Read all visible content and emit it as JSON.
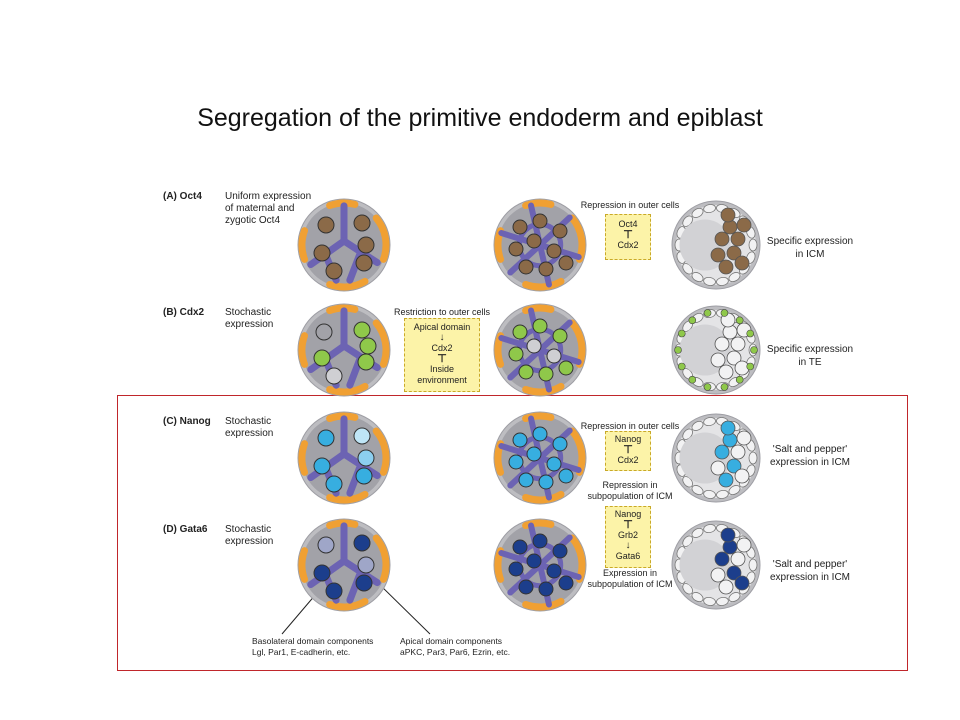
{
  "title": "Segregation of the primitive endoderm and epiblast",
  "colors": {
    "membrane": "#bdbdc1",
    "orange": "#f0a033",
    "purple": "#6c63b3",
    "gray_fill": "#a2a2a8",
    "oct4": "#8b6a48",
    "cdx2": "#8fc84a",
    "nanog": "#37aee0",
    "gata6": "#1c3e8c",
    "box": "#fcf3a8",
    "highlight": "#c0262b"
  },
  "rows": [
    {
      "label": "(A) Oct4",
      "desc": [
        "Uniform expression",
        "of maternal and",
        "zygotic Oct4"
      ],
      "note": "Repression in outer cells",
      "box": [
        "Oct4",
        "Cdx2"
      ],
      "side": [
        "Specific expression",
        "in ICM"
      ]
    },
    {
      "label": "(B) Cdx2",
      "desc": [
        "Stochastic",
        "expression"
      ],
      "note": "Restriction to outer cells",
      "box": [
        "Apical domain",
        "Cdx2",
        "Inside",
        "environment"
      ],
      "side": [
        "Specific expression",
        "in TE"
      ]
    },
    {
      "label": "(C) Nanog",
      "desc": [
        "Stochastic",
        "expression"
      ],
      "note": "Repression in outer cells",
      "box": [
        "Nanog",
        "Cdx2"
      ],
      "side": [
        "'Salt and pepper'",
        "expression in ICM"
      ]
    },
    {
      "label": "(D) Gata6",
      "desc": [
        "Stochastic",
        "expression"
      ],
      "note_top": [
        "Repression in",
        "subpopulation of ICM"
      ],
      "box": [
        "Nanog",
        "Grb2",
        "Gata6"
      ],
      "note_bottom": [
        "Expression in",
        "subpopulation of ICM"
      ],
      "side": [
        "'Salt and pepper'",
        "expression in ICM"
      ]
    }
  ],
  "footnotes": {
    "basolateral": [
      "Basolateral domain components",
      "Lgl, Par1, E-cadherin, etc."
    ],
    "apical": [
      "Apical domain components",
      "aPKC, Par3, Par6, Ezrin, etc."
    ]
  }
}
